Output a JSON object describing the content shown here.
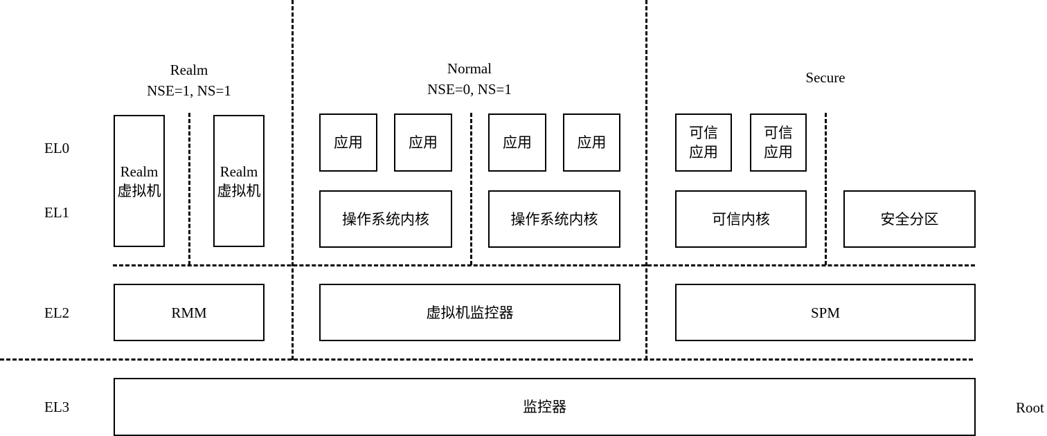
{
  "realm": {
    "name": "Realm",
    "bits": "NSE=1, NS=1"
  },
  "normal": {
    "name": "Normal",
    "bits": "NSE=0, NS=1"
  },
  "secure": {
    "name": "Secure"
  },
  "root": {
    "name": "Root"
  },
  "levels": {
    "el0": "EL0",
    "el1": "EL1",
    "el2": "EL2",
    "el3": "EL3"
  },
  "boxes": {
    "realm_vm_1": {
      "line1": "Realm",
      "line2": "虚拟机"
    },
    "realm_vm_2": {
      "line1": "Realm",
      "line2": "虚拟机"
    },
    "app_1": "应用",
    "app_2": "应用",
    "app_3": "应用",
    "app_4": "应用",
    "os_kernel_1": "操作系统内核",
    "os_kernel_2": "操作系统内核",
    "trusted_app_1": {
      "line1": "可信",
      "line2": "应用"
    },
    "trusted_app_2": {
      "line1": "可信",
      "line2": "应用"
    },
    "trusted_kernel": "可信内核",
    "secure_partition": "安全分区",
    "rmm": "RMM",
    "hypervisor": "虚拟机监控器",
    "spm": "SPM",
    "monitor": "监控器"
  }
}
